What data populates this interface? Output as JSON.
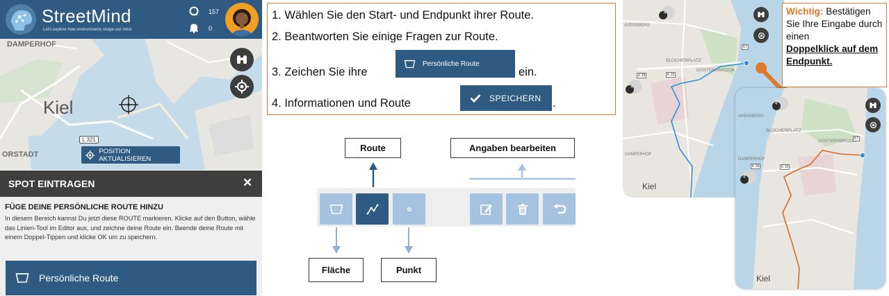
{
  "app": {
    "name": "StreetMind",
    "tagline": "Let's explore how environments shape our mind",
    "stat_top": "157",
    "stat_bottom": "0"
  },
  "phone_map": {
    "places": [
      "DAMPERHOF",
      "Kiel",
      "ORSTADT"
    ],
    "road_label": "L 321",
    "position_button": "POSITION AKTUALISIEREN"
  },
  "spot_panel": {
    "title": "SPOT EINTRAGEN",
    "close": "✕",
    "heading": "FÜGE DEINE PERSÖNLICHE ROUTE HINZU",
    "text": "In diesem Bereich kannst Du jetzt diese ROUTE markieren. Klicke auf den Button, wähle das Linien-Tool im Editor aus, und zeichne deine Route ein. Beende deine Route mit einem Doppel-Tippen und klicke OK um zu speichern.",
    "route_button": "Persönliche Route"
  },
  "instructions": {
    "step1": "1. Wählen Sie den Start- und Endpunkt ihrer Route.",
    "step2": "2. Beantworten Sie einige Fragen zur Route.",
    "step3_pre": "3. Zeichen Sie ihre",
    "step3_btn": "Persönliche Route",
    "step3_post": "ein.",
    "step4_pre": "4. Informationen und Route",
    "step4_btn": "SPEICHERN",
    "step4_post": "."
  },
  "toolbar": {
    "label_route": "Route",
    "label_edit": "Angaben bearbeiten",
    "label_area": "Fläche",
    "label_point": "Punkt"
  },
  "map_views": {
    "places": [
      "AVENSBERG",
      "BLÜCHERPLATZ",
      "DÜSTERNBROOK",
      "DAMPERHOF",
      "Kiel"
    ],
    "roads": [
      "K7",
      "K 15",
      "K 28"
    ],
    "badge": "4"
  },
  "note": {
    "warning": "Wichtig:",
    "line1": " Bestätigen Sie Ihre Eingabe durch einen",
    "emph": "Doppelklick auf dem Endpunkt."
  },
  "colors": {
    "brand_blue": "#2f5b82",
    "tool_light": "#a5c2e0",
    "orange": "#e0782c",
    "route_blue": "#2f8fe0",
    "route_orange": "#d9682a"
  }
}
